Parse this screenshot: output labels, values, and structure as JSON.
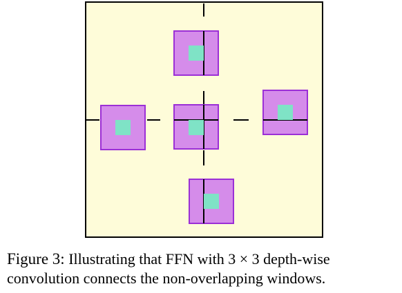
{
  "figure": {
    "colors": {
      "background": "#ffffff",
      "panel_fill": "#fefcd9",
      "panel_border": "#000000",
      "window_fill": "#d58cea",
      "window_border": "#9b2fd6",
      "kernel_fill": "#7fe3c6",
      "divider_line": "#000000"
    },
    "windows": [
      {
        "id": "top"
      },
      {
        "id": "center"
      },
      {
        "id": "left"
      },
      {
        "id": "right"
      },
      {
        "id": "bottom"
      }
    ]
  },
  "caption": {
    "label": "Figure 3:",
    "line1": "Illustrating that FFN with 3 × 3 depth-wise",
    "line2": "convolution connects the non-overlapping windows."
  }
}
